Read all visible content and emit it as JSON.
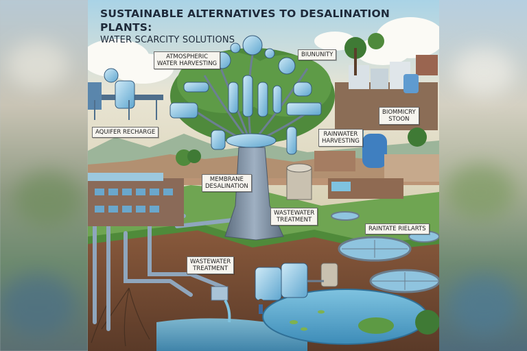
{
  "title_line1": "SUSTAINABLE ALTERNATIVES TO DESALINATION PLANTS:",
  "title_line2": "WATER SCARCITY SOLUTIONS",
  "labels": {
    "atmospheric": [
      "ATMOSPHERIC",
      "WATER HARVESTING"
    ],
    "biunity": "BIUNUNITY",
    "aquifer": "AQUIFER RECHARGE",
    "biomimicry": [
      "BIOMMICRY",
      "STOON"
    ],
    "rainwater": [
      "RAINWATER",
      "HARVESTING"
    ],
    "membrane": [
      "MEMBRANE",
      "DESALINATION"
    ],
    "wastewater_upper": [
      "WASTEWATER",
      "TREATMENT"
    ],
    "raintate": "RAINTATE RIELARTS",
    "wastewater_lower": [
      "WASTEWATER",
      "TREATMENT"
    ]
  }
}
